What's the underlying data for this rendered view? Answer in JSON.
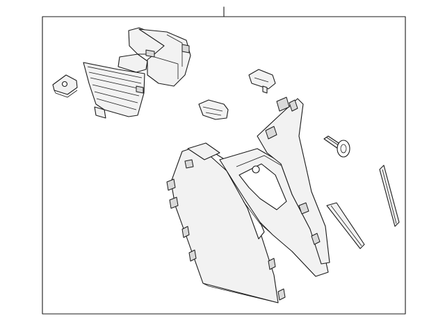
{
  "diagram": {
    "parts": [
      "console-panel-assembly",
      "air-vent-duct",
      "mounting-bracket",
      "wire-clip",
      "retainer-clip",
      "push-pin-fastener",
      "trim-strip-left",
      "trim-strip-right"
    ],
    "stroke_color": "#1a1a1a",
    "fill_color": "#f2f2f2",
    "frame_color": "#1a1a1a"
  }
}
